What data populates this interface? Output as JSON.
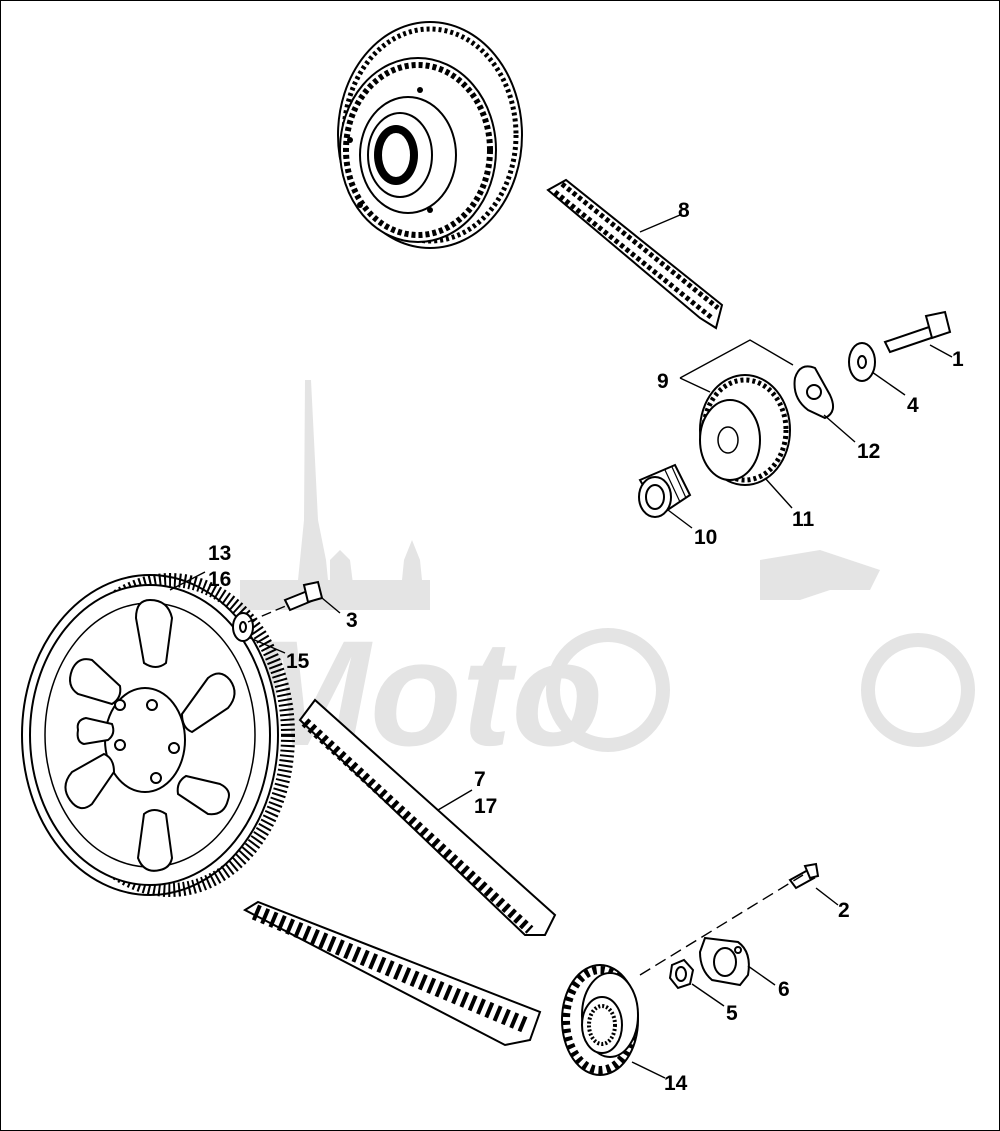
{
  "watermark": {
    "text": "ahMoto",
    "color": "#e4e4e4"
  },
  "callouts": {
    "c1": "1",
    "c2": "2",
    "c3": "3",
    "c4": "4",
    "c5": "5",
    "c6": "6",
    "c7": "7",
    "c8": "8",
    "c9": "9",
    "c10": "10",
    "c11": "11",
    "c12": "12",
    "c13": "13",
    "c14": "14",
    "c15": "15",
    "c16": "16",
    "c17": "17"
  }
}
